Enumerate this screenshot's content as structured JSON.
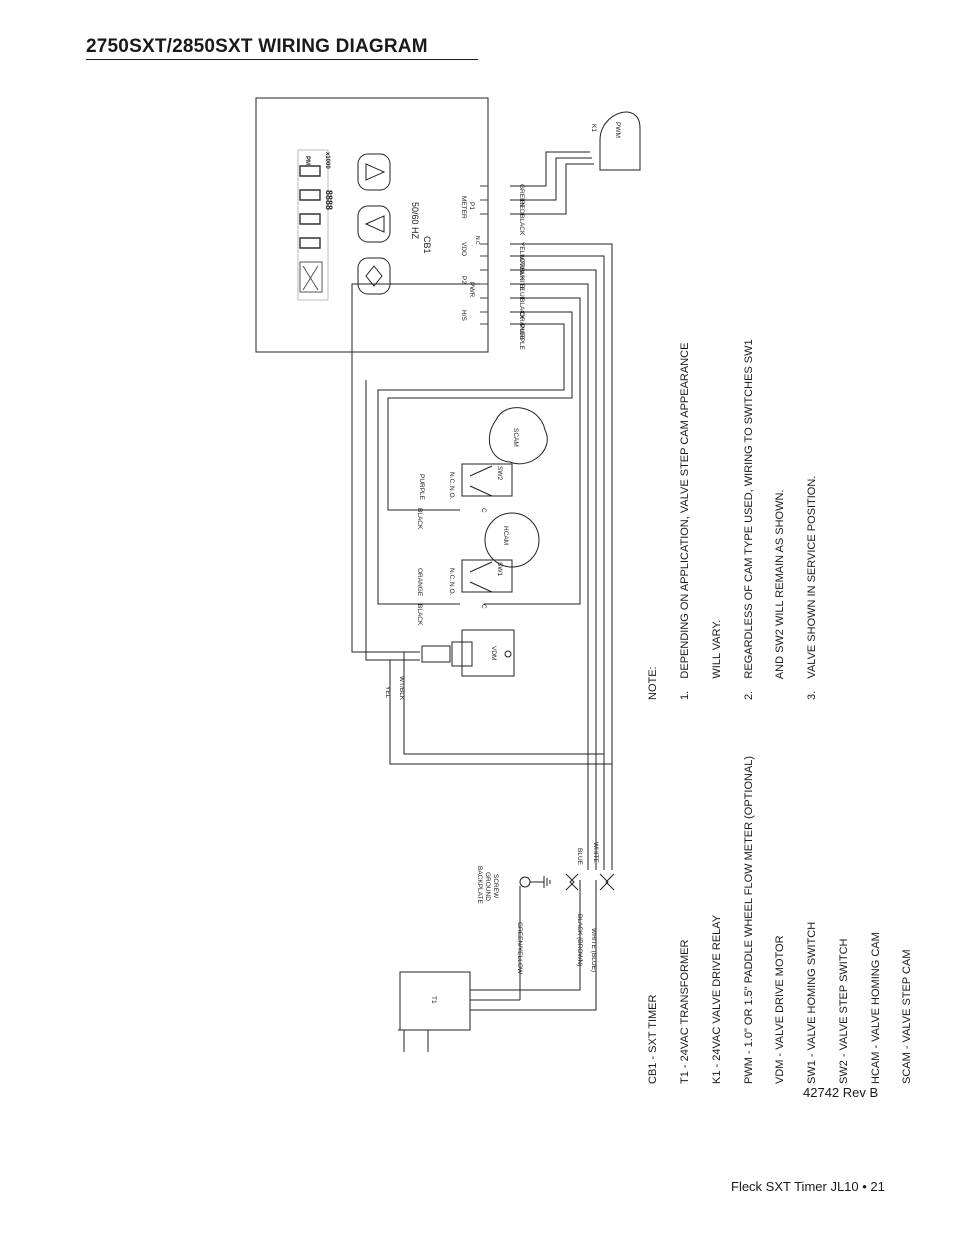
{
  "page": {
    "title": "2750SXT/2850SXT WIRING DIAGRAM",
    "rev": "42742 Rev B",
    "footer": "Fleck SXT Timer JL10 • 21"
  },
  "controller": {
    "cb1_label": "CB1",
    "frequency": "50/60 HZ",
    "display_digits": "8888",
    "display_pm": "PM",
    "display_x1000": "x1000",
    "connectors": {
      "p1": "P1",
      "meter": "METER",
      "p2": "P2",
      "pwr": "PWR",
      "vdo": "VDO",
      "hs": "H/S",
      "nc": "N.C.",
      "n": "N",
      "h": "H"
    },
    "wires": {
      "green": "GREEN",
      "red": "RED",
      "black": "BLACK",
      "yellow": "YELLOW",
      "wt_blk": "WT/BLK",
      "white": "WHITE",
      "blue": "BLUE",
      "orange": "ORANGE",
      "purple": "PURPLE"
    }
  },
  "components": {
    "k1": "K1",
    "pwm": "PWM",
    "scam": "SCAM",
    "hcam": "HCAM",
    "sw1": "SW1",
    "sw2": "SW2",
    "nc": "N.C.",
    "no": "N.O.",
    "c": "C",
    "vdm": "VDM",
    "t1": "T1",
    "yel": "YEL",
    "wt_blk": "WT/BLK",
    "purple": "PURPLE",
    "black": "BLACK",
    "orange": "ORANGE",
    "blue": "BLUE",
    "white": "WHITE",
    "backplate": "BACKPLATE",
    "ground": "GROUND",
    "screw": "SCREW",
    "green_yellow": "GREEN/YELLOW",
    "black_brown": "BLACK (BROWN)",
    "white_blue": "WHITE (BLUE)"
  },
  "legend": [
    "CB1 - SXT TIMER",
    "T1 - 24VAC TRANSFORMER",
    "K1 - 24VAC VALVE DRIVE RELAY",
    "PWM - 1.0\" OR 1.5\" PADDLE WHEEL FLOW METER (OPTIONAL)",
    "VDM - VALVE DRIVE MOTOR",
    "SW1 - VALVE HOMING SWITCH",
    "SW2 - VALVE STEP SWITCH",
    "HCAM - VALVE HOMING CAM",
    "SCAM - VALVE STEP CAM"
  ],
  "notes": {
    "heading": "NOTE:",
    "items": [
      {
        "num": "1.",
        "lines": [
          "DEPENDING ON APPLICATION, VALVE STEP CAM APPEARANCE",
          "WILL VARY."
        ]
      },
      {
        "num": "2.",
        "lines": [
          "REGARDLESS OF CAM TYPE USED, WIRING TO SWITCHES SW1",
          "AND SW2 WILL REMAIN AS SHOWN."
        ]
      },
      {
        "num": "3.",
        "lines": [
          "VALVE SHOWN IN SERVICE POSITION."
        ]
      }
    ]
  }
}
